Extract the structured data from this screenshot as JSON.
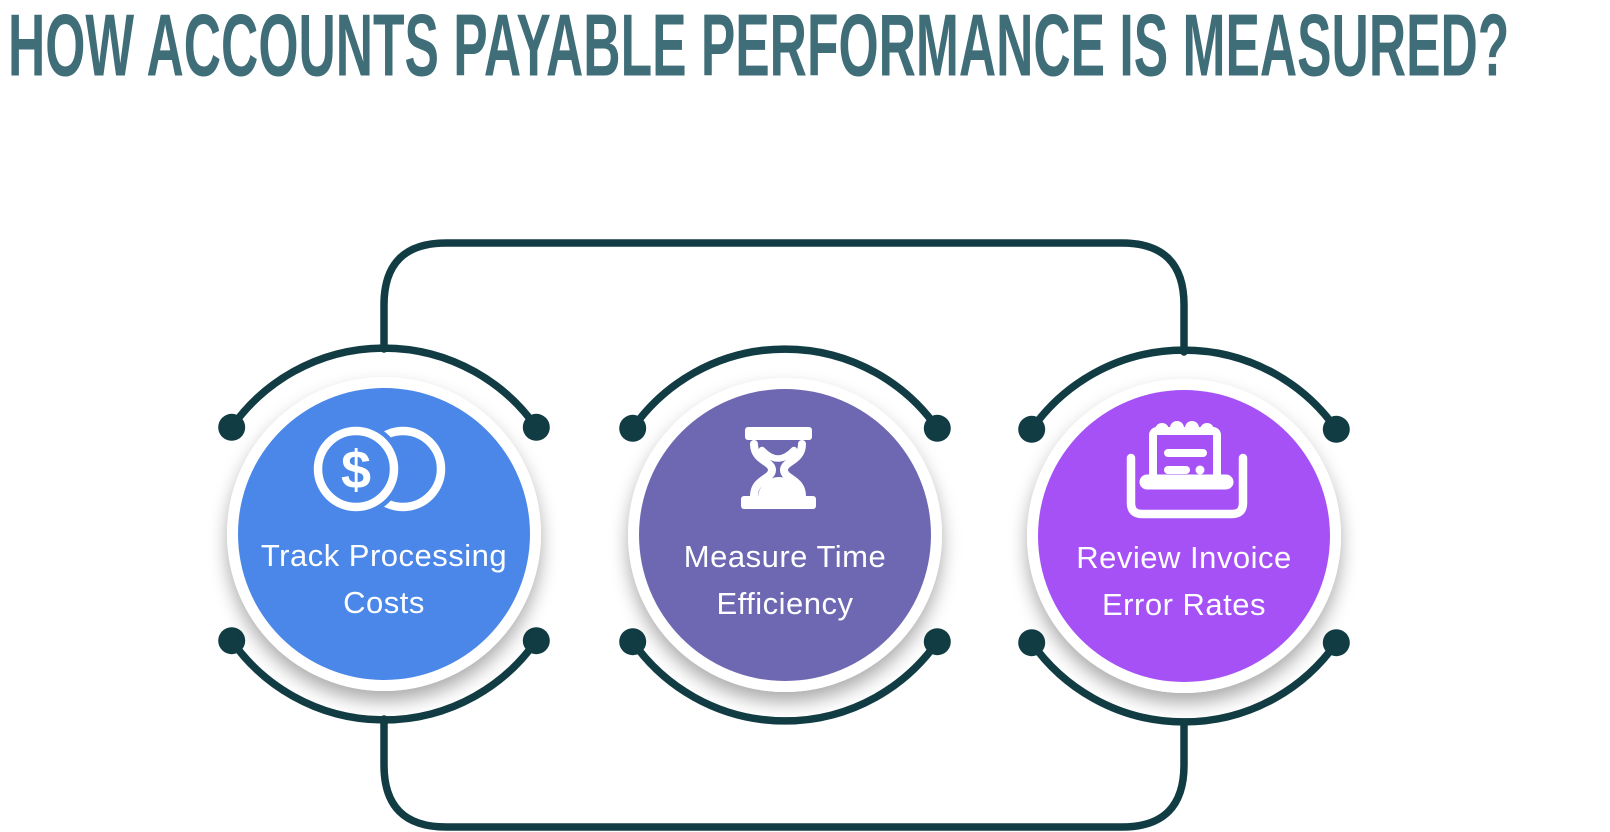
{
  "title": "HOW ACCOUNTS PAYABLE PERFORMANCE IS MEASURED?",
  "colors": {
    "title_teal": "#3F6E79",
    "connector_dark_teal": "#113C43",
    "label_white": "#FFFFFF",
    "node1_blue": "#4A87E9",
    "node2_indigo": "#6E68B3",
    "node3_violet": "#A551F5"
  },
  "items": [
    {
      "id": 1,
      "icon": "coins-dollar-icon",
      "color": "#4A87E9",
      "lines": [
        "Track Processing",
        "Costs"
      ]
    },
    {
      "id": 2,
      "icon": "hourglass-icon",
      "color": "#6E68B3",
      "lines": [
        "Measure Time",
        "Efficiency"
      ]
    },
    {
      "id": 3,
      "icon": "invoice-receipt-icon",
      "color": "#A551F5",
      "lines": [
        "Review Invoice",
        "Error Rates"
      ]
    }
  ],
  "icon_glyphs": {
    "coin_currency_symbol": "$"
  }
}
